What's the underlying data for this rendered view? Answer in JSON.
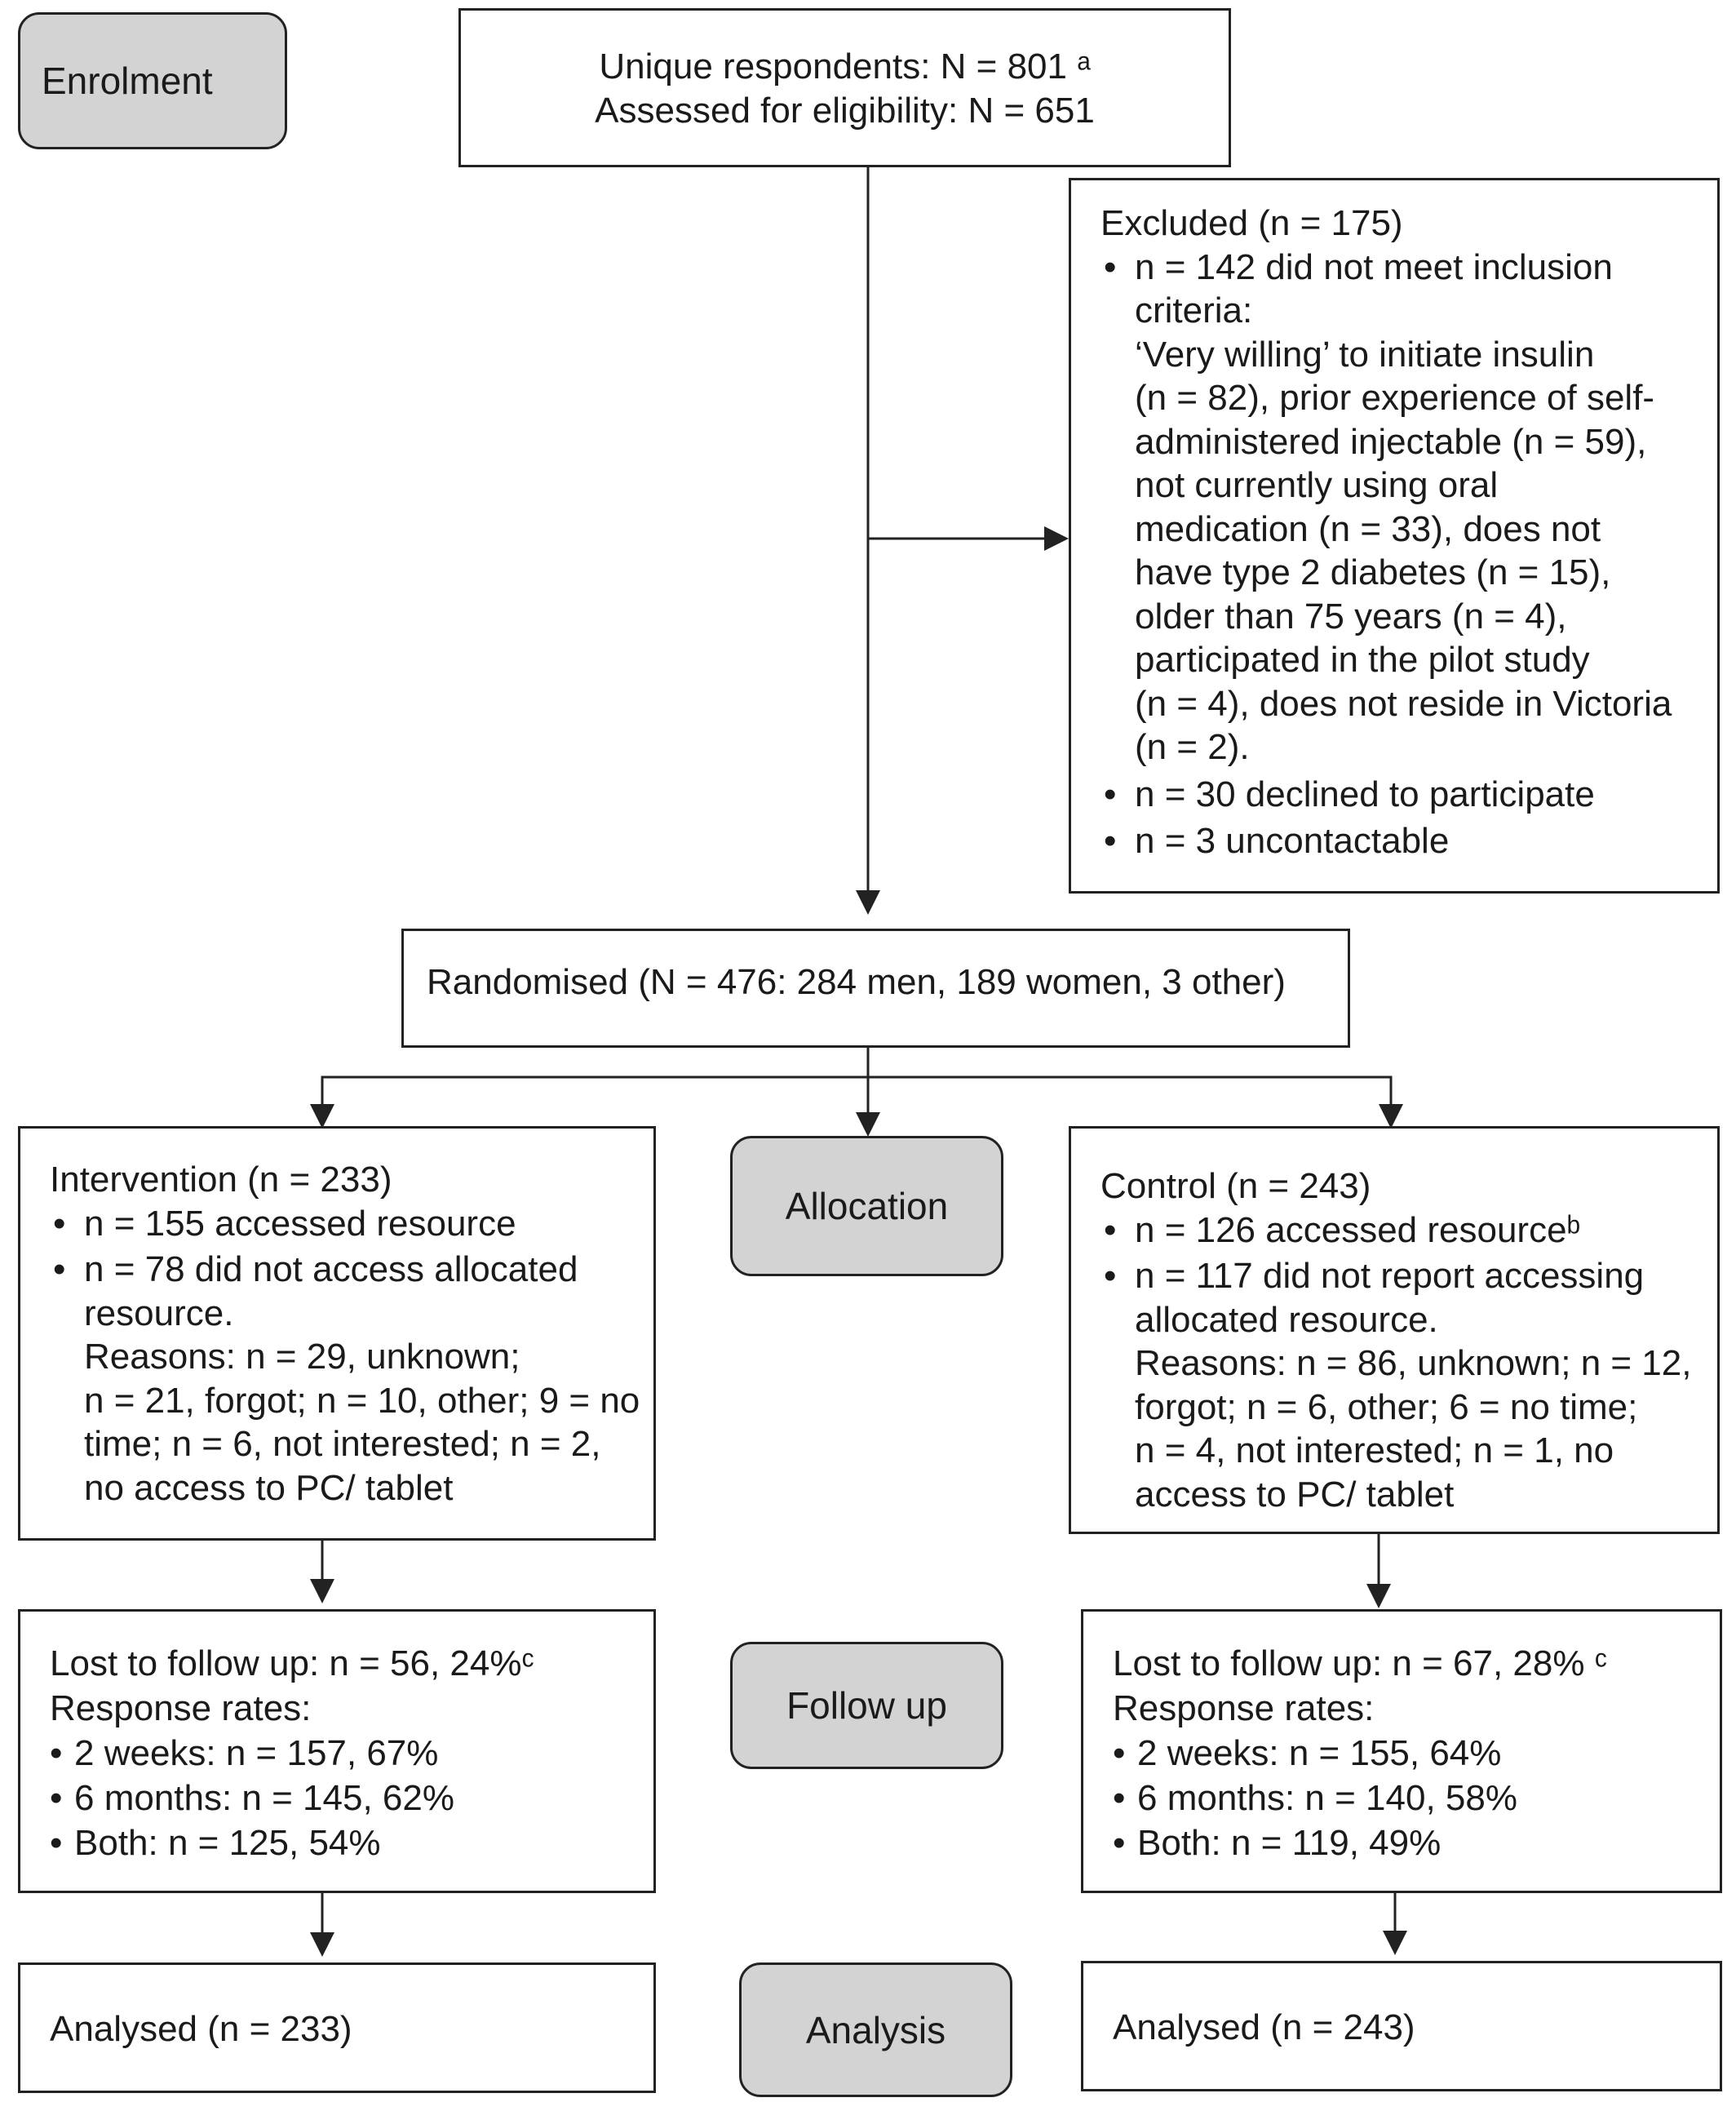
{
  "stages": {
    "enrolment": "Enrolment",
    "allocation": "Allocation",
    "follow_up": "Follow up",
    "analysis": "Analysis"
  },
  "top": {
    "line1": "Unique respondents: N = 801 ᵃ",
    "line2": "Assessed for eligibility: N = 651"
  },
  "excluded": {
    "title": "Excluded (n = 175)",
    "bullet1_lines": [
      "n = 142 did not meet inclusion",
      "criteria:",
      "‘Very willing’ to initiate insulin",
      "(n = 82), prior experience of self-",
      "administered injectable (n = 59),",
      "not currently using oral",
      "medication (n = 33), does not",
      "have type 2 diabetes (n = 15),",
      "older than 75 years (n = 4),",
      "participated in the pilot study",
      "(n = 4), does not reside in Victoria",
      "(n = 2)."
    ],
    "bullet2": "n = 30 declined to participate",
    "bullet3": "n = 3 uncontactable"
  },
  "randomised": "Randomised (N = 476: 284 men, 189 women, 3 other)",
  "intervention": {
    "title": "Intervention (n = 233)",
    "bullet1": "n = 155 accessed resource",
    "bullet2_lines": [
      "n = 78 did not access allocated",
      "resource.",
      "Reasons: n = 29, unknown;",
      "n = 21, forgot; n = 10, other; 9 = no",
      "time; n = 6, not interested; n = 2,",
      "no access to PC/ tablet"
    ]
  },
  "control": {
    "title": "Control (n = 243)",
    "bullet1": "n = 126 accessed resourceᵇ",
    "bullet2_lines": [
      "n = 117 did not report accessing",
      "allocated resource.",
      "Reasons: n = 86, unknown; n = 12,",
      "forgot; n = 6, other; 6 = no time;",
      "n = 4, not interested; n = 1, no",
      "access to PC/ tablet"
    ]
  },
  "followup_left": {
    "lost": "Lost to follow up: n = 56, 24%ᶜ",
    "response": "Response rates:",
    "items": [
      "2 weeks: n = 157, 67%",
      "6 months: n = 145, 62%",
      "Both: n = 125, 54%"
    ]
  },
  "followup_right": {
    "lost": "Lost to follow up: n = 67, 28% ᶜ",
    "response": "Response rates:",
    "items": [
      "2 weeks: n = 155, 64%",
      "6 months: n = 140, 58%",
      "Both: n = 119, 49%"
    ]
  },
  "analysed_left": "Analysed (n = 233)",
  "analysed_right": "Analysed (n = 243)"
}
